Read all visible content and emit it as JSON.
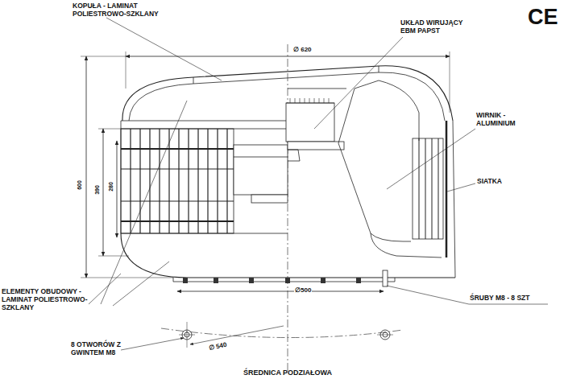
{
  "diagram": {
    "labels": [
      "KOPUŁA - LAMINAT POLIESTROWO-SZKLANY",
      "UKŁAD WIRUJĄCY EBM PAPST",
      "∅ 620",
      "WIRNIK - ALUMINIUM",
      "SIATKA",
      "600",
      "390",
      "280",
      "ELEMENTY OBUDOWY - LAMINAT POLIESTROWO-SZKLANY",
      "∅500",
      "ŚRUBY M8 - 8 SZT",
      "8 OTWORÓW Z GWINTEM M8",
      "∅ 540",
      "ŚREDNICA PODZIAŁOWA",
      "CE"
    ]
  }
}
